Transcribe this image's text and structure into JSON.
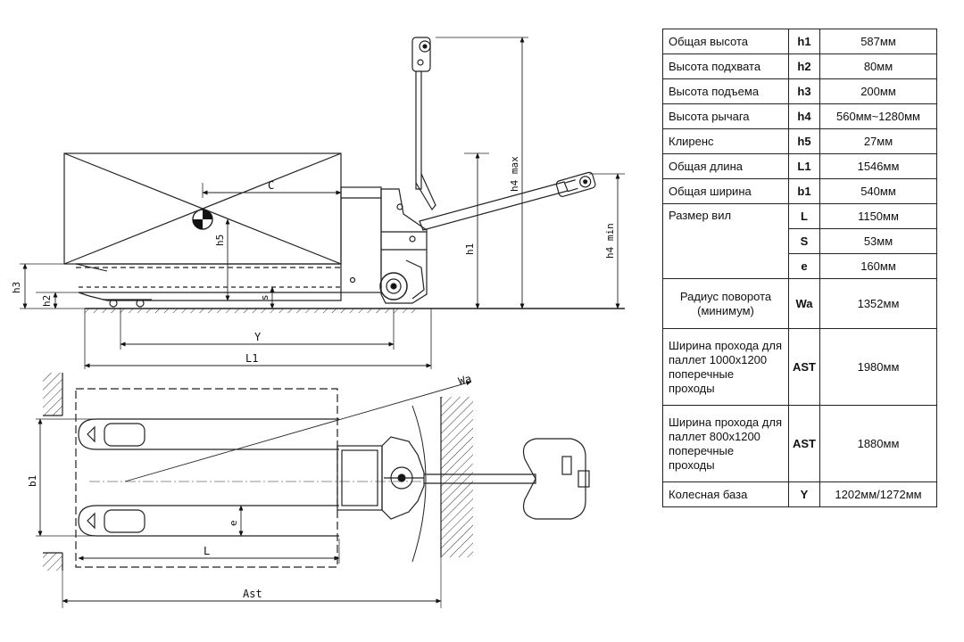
{
  "drawing": {
    "side_view_labels": {
      "C": "C",
      "h5": "h5",
      "h1": "h1",
      "h2": "h2",
      "h3": "h3",
      "s": "s",
      "Y": "Y",
      "L1": "L1",
      "h4_max": "h4 max",
      "h4_min": "h4 min"
    },
    "top_view_labels": {
      "b1": "b1",
      "e": "e",
      "L": "L",
      "Ast": "Ast",
      "Wa": "Wa"
    }
  },
  "spec_table": {
    "rows": [
      {
        "param": "Общая высота",
        "symbol": "h1",
        "value": "587мм"
      },
      {
        "param": "Высота подхвата",
        "symbol": "h2",
        "value": "80мм"
      },
      {
        "param": "Высота подъема",
        "symbol": "h3",
        "value": "200мм"
      },
      {
        "param": "Высота рычага",
        "symbol": "h4",
        "value": "560мм~1280мм"
      },
      {
        "param": "Клиренс",
        "symbol": "h5",
        "value": "27мм"
      },
      {
        "param": "Общая длина",
        "symbol": "L1",
        "value": "1546мм"
      },
      {
        "param": "Общая ширина",
        "symbol": "b1",
        "value": "540мм"
      },
      {
        "param": "Размер вил",
        "symbol": "L",
        "value": "1150мм"
      },
      {
        "param": "",
        "symbol": "S",
        "value": "53мм"
      },
      {
        "param": "",
        "symbol": "e",
        "value": "160мм"
      },
      {
        "param": "Радиус поворота (минимум)",
        "symbol": "Wa",
        "value": "1352мм"
      },
      {
        "param": "Ширина прохода для паллет 1000x1200 поперечные проходы",
        "symbol": "AST",
        "value": "1980мм"
      },
      {
        "param": "Ширина прохода для паллет 800x1200 поперечные проходы",
        "symbol": "AST",
        "value": "1880мм"
      },
      {
        "param": "Колесная база",
        "symbol": "Y",
        "value": "1202мм/1272мм"
      }
    ]
  }
}
